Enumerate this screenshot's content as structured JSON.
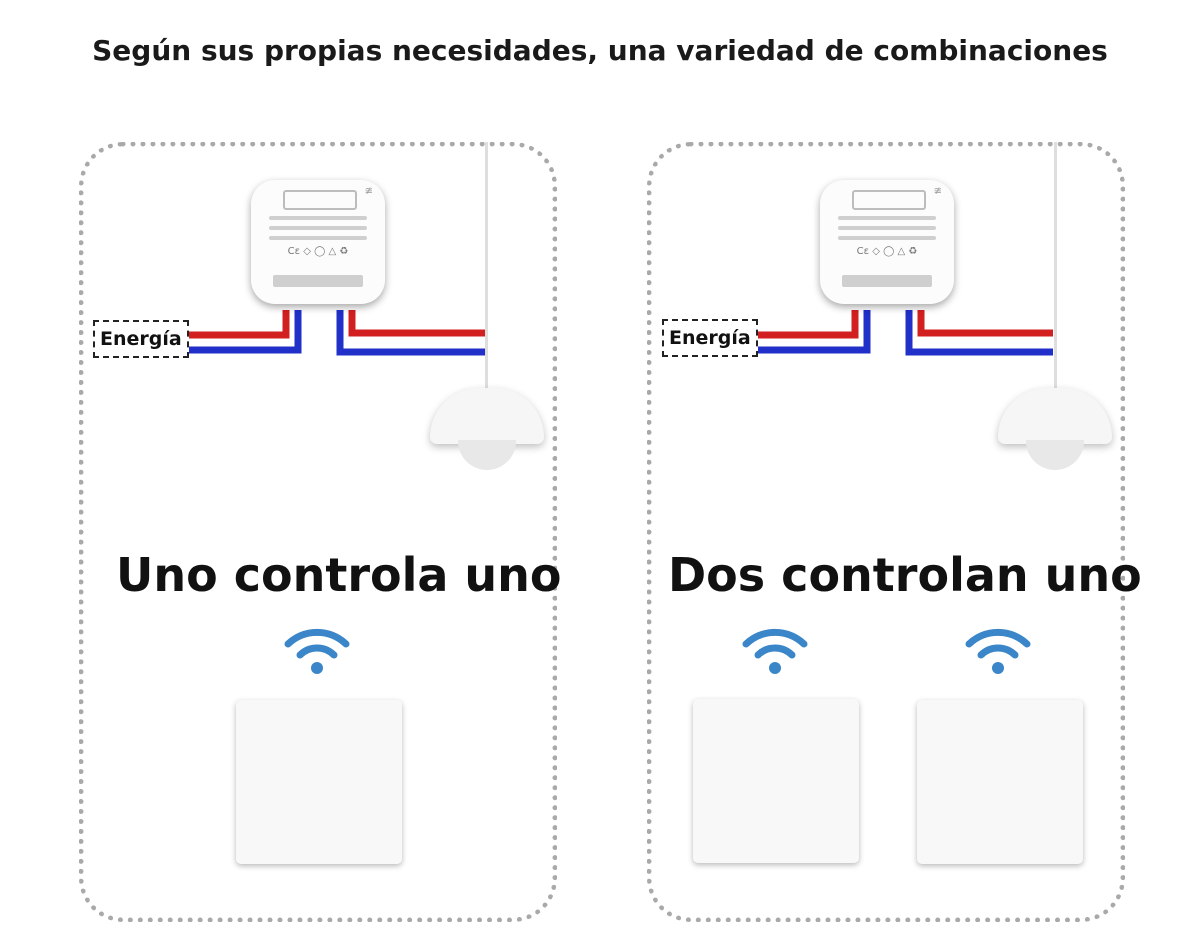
{
  "page": {
    "title": "Según sus propias necesidades, una variedad de combinaciones"
  },
  "left_panel": {
    "label": "Uno controla uno",
    "energy_label": "Energía",
    "switch_count": 1
  },
  "right_panel": {
    "label": "Dos controlan uno",
    "energy_label": "Energía",
    "switch_count": 2
  },
  "colors": {
    "live_wire": "#d21f1f",
    "neutral_wire": "#2030c8",
    "wifi": "#3a86c8",
    "dotted_border": "#a9a9a9"
  },
  "icons": {
    "wifi": "wifi-icon",
    "lamp": "pendant-lamp-icon",
    "module": "receiver-module-icon",
    "switch": "wall-switch-icon"
  }
}
